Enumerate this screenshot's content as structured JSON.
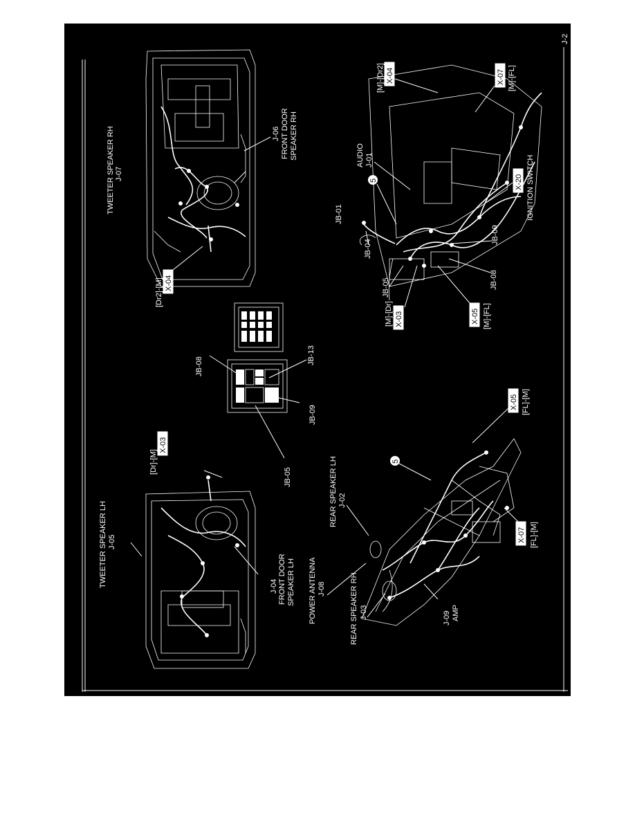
{
  "page_id": "J-2",
  "labels": {
    "tweeter_rh": "TWEETER SPEAKER RH",
    "j07": "J-07",
    "dr2_m": "[Dr2]-[M]",
    "x04_a": "X-04",
    "j06": "J-06",
    "front_door_rh_1": "FRONT DOOR",
    "front_door_rh_2": "SPEAKER RH",
    "audio": "AUDIO",
    "j01": "J-01",
    "m_dr2": "[M]-[Dr2]",
    "x04_b": "X-04",
    "x07_a": "X-07",
    "m_fl_a": "[M]-[FL]",
    "x20": "X-20",
    "ignition": "IGNITION SWITCH",
    "jb01": "JB-01",
    "jb04": "JB-04",
    "jb05_a": "JB-05",
    "jb09_a": "JB-09",
    "jb08_a": "JB-08",
    "m_dr": "[M]-[Dr]",
    "x03_a": "X-03",
    "x05_a": "X-05",
    "m_fl_b": "[M]-[FL]",
    "jb08_b": "JB-08",
    "jb13": "JB-13",
    "jb09_b": "JB-09",
    "jb05_b": "JB-05",
    "dr_m": "[Dr]-[M]",
    "x03_b": "X-03",
    "x05_b": "X-05",
    "fl_m_a": "[FL]-[M]",
    "tweeter_lh": "TWEETER SPEAKER LH",
    "j05": "J-05",
    "rear_lh": "REAR SPEAKER LH",
    "j02": "J-02",
    "j04": "J-04",
    "front_door_lh_1": "FRONT DOOR",
    "front_door_lh_2": "SPEAKER LH",
    "power_antenna": "POWER ANTENNA",
    "j08": "J-08",
    "rear_rh": "REAR SPEAKER RH",
    "j03": "J-03",
    "j09": "J-09",
    "amp": "AMP",
    "x07_b": "X-07",
    "fl_m_b": "[FL]-[M]",
    "mark5_a": "5",
    "mark5_b": "5"
  }
}
